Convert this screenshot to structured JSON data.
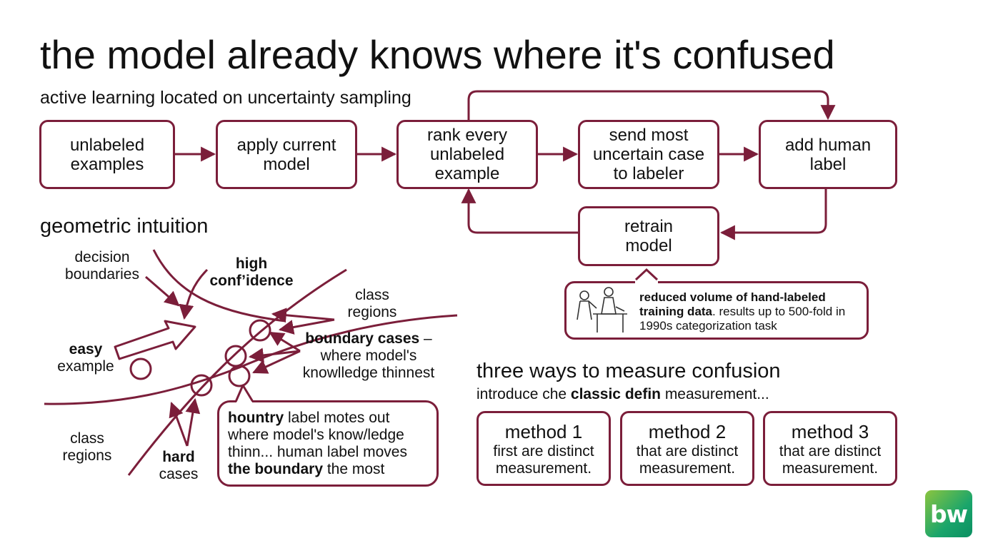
{
  "title": "the model already knows where it's confused",
  "subtitle": "active learning located on uncertainty sampling",
  "flow": {
    "unlabeled": "unlabeled examples",
    "apply": "apply current model",
    "rank": "rank every unlabeled example",
    "send": "send most uncertain case to labeler",
    "add": "add human label",
    "retrain": "retrain model"
  },
  "note": {
    "bold": "reduced volume of hand-labeled training data",
    "text": ". results up to 500-fold in 1990s categorization task"
  },
  "geometric": {
    "heading": "geometric  intuition",
    "decision_boundaries": "decision boundaries",
    "high_confidence": "high conf’idence",
    "class_regions_top": "class regions",
    "boundary_cases_bold": "boundary cases",
    "boundary_cases_rest": " – where model's knowlledge thinnest",
    "easy_bold": "easy",
    "easy_rest": "example",
    "class_regions_bottom": "class regions",
    "hard_bold": "hard",
    "hard_rest": "cases",
    "callout": {
      "bold1": "hountry",
      "text1": " label motes out where model's know/ledge thinn... human label moves ",
      "bold2": "the boundary",
      "text2": " the most"
    }
  },
  "measure": {
    "heading": "three ways to measure confusion",
    "intro_a": "introduce сhe ",
    "intro_bold": "classic defin",
    "intro_b": " measurement...",
    "methods": [
      {
        "title": "method 1",
        "desc": "first are distinct measurement."
      },
      {
        "title": "method 2",
        "desc": "that are distinct measurement."
      },
      {
        "title": "method 3",
        "desc": "that are distinct measurement."
      }
    ]
  },
  "logo_text": "bw",
  "colors": {
    "accent": "#7b1e3a",
    "logo_green": "#1aa56b"
  }
}
